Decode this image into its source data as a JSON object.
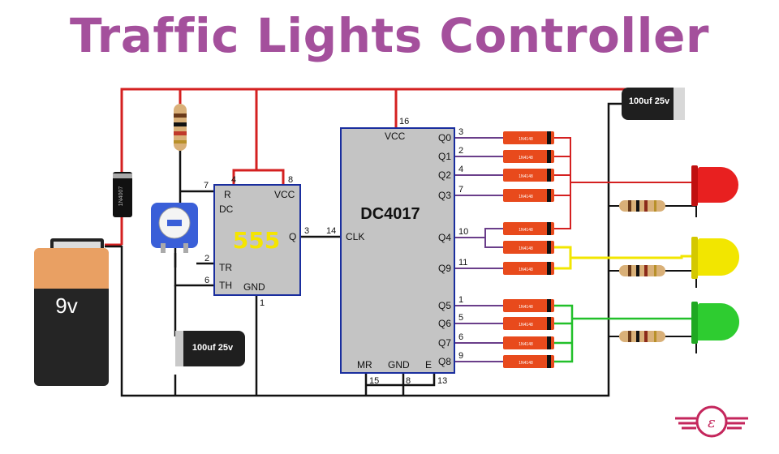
{
  "title": "Traffic Lights Controller",
  "battery": {
    "label": "9v"
  },
  "cap_top": {
    "label": "100uf 25v"
  },
  "cap_bottom": {
    "label": "100uf 25v"
  },
  "diode_main": {
    "label": "1N4007"
  },
  "diode_small_label": "1N4148",
  "ic555": {
    "name": "555",
    "pins": {
      "r": "R",
      "vcc": "VCC",
      "dc": "DC",
      "q": "Q",
      "tr": "TR",
      "th": "TH",
      "gnd": "GND"
    },
    "numbers": {
      "p4": "4",
      "p8": "8",
      "p7": "7",
      "p3": "3",
      "p2": "2",
      "p6": "6",
      "p1": "1"
    }
  },
  "dc4017": {
    "name": "DC4017",
    "pins": {
      "vcc": "VCC",
      "clk": "CLK",
      "mr": "MR",
      "gnd": "GND",
      "e": "E"
    },
    "numbers": {
      "p16": "16",
      "p14": "14",
      "p15": "15",
      "p8": "8",
      "p13": "13"
    },
    "outputs": [
      {
        "label": "Q0",
        "num": "3"
      },
      {
        "label": "Q1",
        "num": "2"
      },
      {
        "label": "Q2",
        "num": "4"
      },
      {
        "label": "Q3",
        "num": "7"
      },
      {
        "label": "Q4",
        "num": "10"
      },
      {
        "label": "Q9",
        "num": "11"
      },
      {
        "label": "Q5",
        "num": "1"
      },
      {
        "label": "Q6",
        "num": "5"
      },
      {
        "label": "Q7",
        "num": "6"
      },
      {
        "label": "Q8",
        "num": "9"
      }
    ]
  },
  "logo": {
    "letter": "ε"
  },
  "colors": {
    "title": "#a4509c",
    "wire_red": "#d42020",
    "wire_black": "#111111",
    "ic_fill": "#c4c4c4",
    "ic_border": "#1a2e9e",
    "led_red": "#e82020",
    "led_yellow": "#f2e600",
    "led_green": "#2ecc30",
    "diode_fill": "#e84a1c"
  }
}
